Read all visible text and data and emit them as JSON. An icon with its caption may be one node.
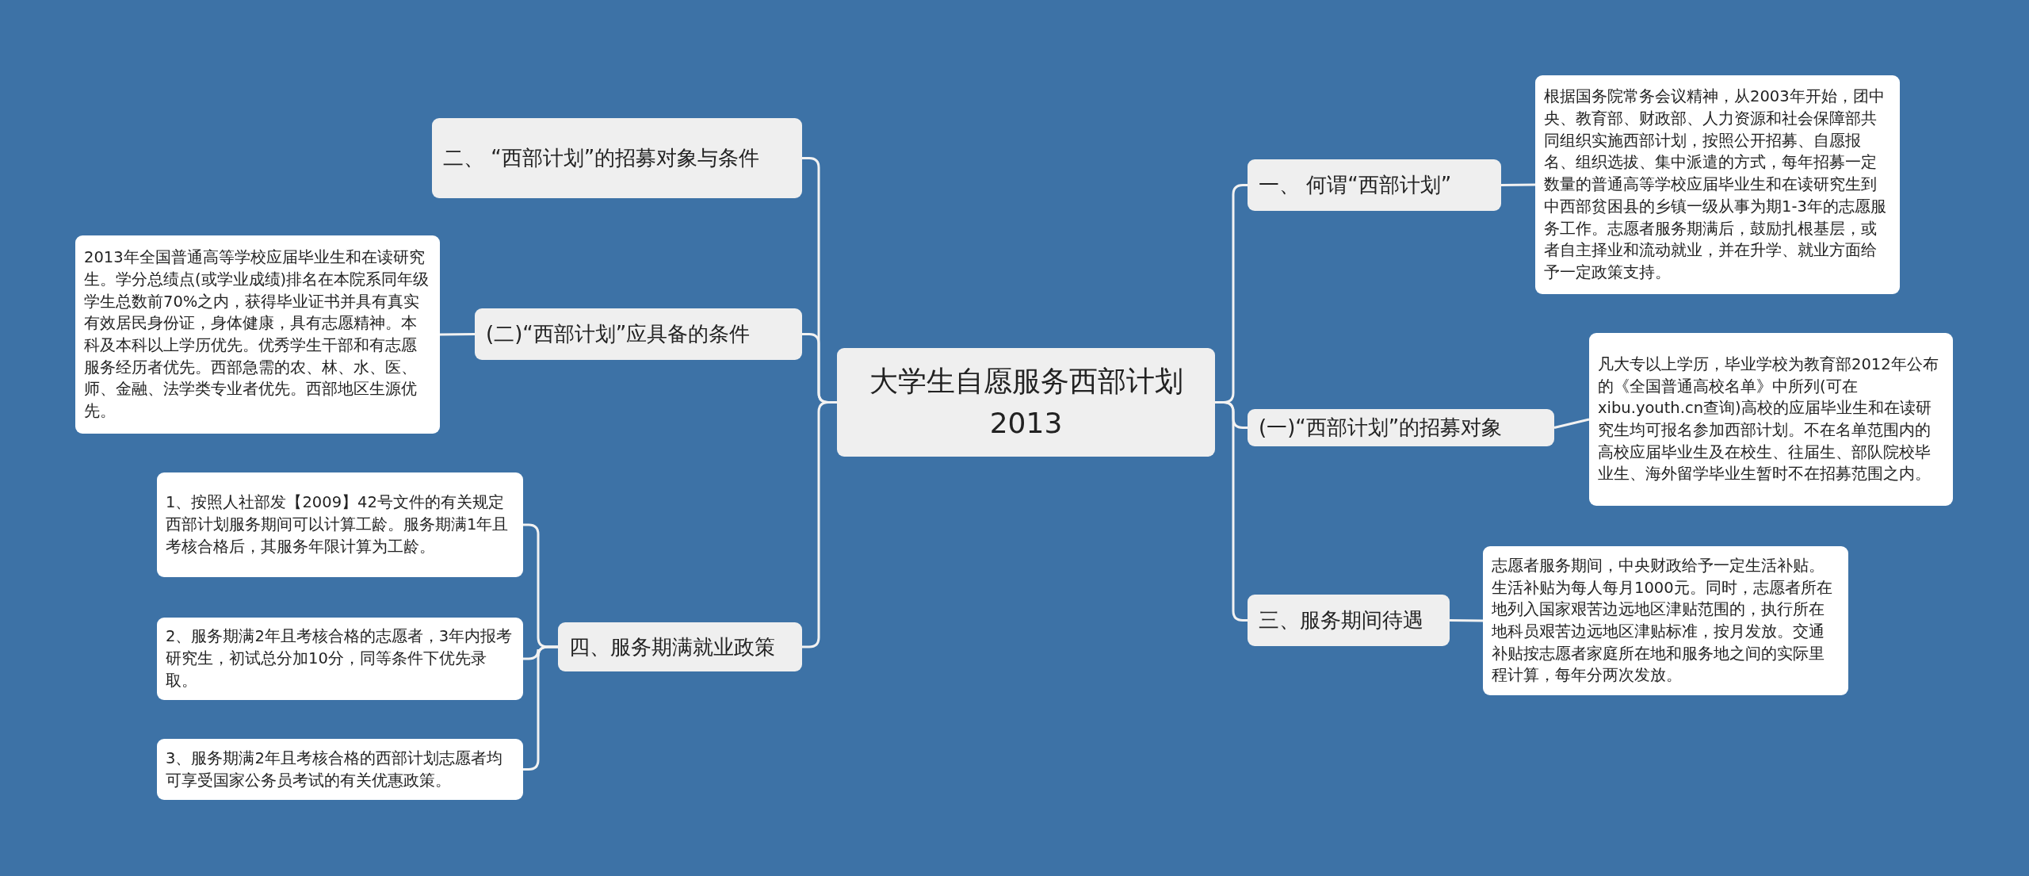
{
  "diagram": {
    "nodes": [
      {
        "text": [
          "大学生自愿服务西部计划2013"
        ]
      },
      {
        "text": [
          "二、 “西部计划”的招募对象与条件"
        ]
      },
      {
        "text": [
          "(二)“西部计划”应具备的条件"
        ]
      },
      {
        "text": [
          "2013年全国普通高等学校应届毕业生和在读研究生。学分总绩点(或学业成绩)排名在本院系同年级学生总数前70%之内，获得毕业证书并具有真实有效居民身份证，身体健康，具有志愿精神。本科及本科以上学历优先。优秀学生干部和有志愿服务经历者优先。西部急需的农、林、水、医、师、金融、法学类专业者优先。西部地区生源优先。"
        ]
      },
      {
        "text": [
          "四、服务期满就业政策"
        ]
      },
      {
        "text": [
          "1、按照人社部发【2009】42号文件的有关规定西部计划服务期间可以计算工龄。服务期满1年且考核合格后，其服务年限计算为工龄。"
        ]
      },
      {
        "text": [
          "2、服务期满2年且考核合格的志愿者，3年内报考研究生，初试总分加10分，同等条件下优先录取。"
        ]
      },
      {
        "text": [
          "3、服务期满2年且考核合格的西部计划志愿者均可享受国家公务员考试的有关优惠政策。"
        ]
      },
      {
        "text": [
          "一、 何谓“西部计划”"
        ]
      },
      {
        "text": [
          "根据国务院常务会议精神，从2003年开始，团中央、教育部、财政部、人力资源和社会保障部共同组织实施西部计划，按照公开招募、自愿报名、组织选拔、集中派遣的方式，每年招募一定数量的普通高等学校应届毕业生和在读研究生到中西部贫困县的乡镇一级从事为期1-3年的志愿服务工作。志愿者服务期满后，鼓励扎根基层，或者自主择业和流动就业，并在升学、就业方面给予一定政策支持。"
        ]
      },
      {
        "text": [
          "(一)“西部计划”的招募对象"
        ]
      },
      {
        "text": [
          "凡大专以上学历，毕业学校为教育部2012年公布的《全国普通高校名单》中所列(可在xibu.youth.cn查询)高校的应届毕业生和在读研究生均可报名参加西部计划。不在名单范围内的高校应届毕业生及在校生、往届生、部队院校毕业生、海外留学毕业生暂时不在招募范围之内。"
        ]
      },
      {
        "text": [
          "三、服务期间待遇"
        ]
      },
      {
        "text": [
          "志愿者服务期间，中央财政给予一定生活补贴。生活补贴为每人每月1000元。同时，志愿者所在地列入国家艰苦边远地区津贴范围的，执行所在地科员艰苦边远地区津贴标准，按月发放。交通补贴按志愿者家庭所在地和服务地之间的实际里程计算，每年分两次发放。"
        ]
      }
    ],
    "edges": [
      {
        "from": 0,
        "to": 1,
        "arrow": "none"
      },
      {
        "from": 0,
        "to": 2,
        "arrow": "none"
      },
      {
        "from": 2,
        "to": 3,
        "arrow": "none"
      },
      {
        "from": 0,
        "to": 4,
        "arrow": "none"
      },
      {
        "from": 4,
        "to": 5,
        "arrow": "none"
      },
      {
        "from": 4,
        "to": 6,
        "arrow": "none"
      },
      {
        "from": 4,
        "to": 7,
        "arrow": "none"
      },
      {
        "from": 0,
        "to": 8,
        "arrow": "none"
      },
      {
        "from": 8,
        "to": 9,
        "arrow": "none"
      },
      {
        "from": 0,
        "to": 10,
        "arrow": "none"
      },
      {
        "from": 10,
        "to": 11,
        "arrow": "none"
      },
      {
        "from": 0,
        "to": 12,
        "arrow": "none"
      },
      {
        "from": 12,
        "to": 13,
        "arrow": "none"
      }
    ]
  }
}
